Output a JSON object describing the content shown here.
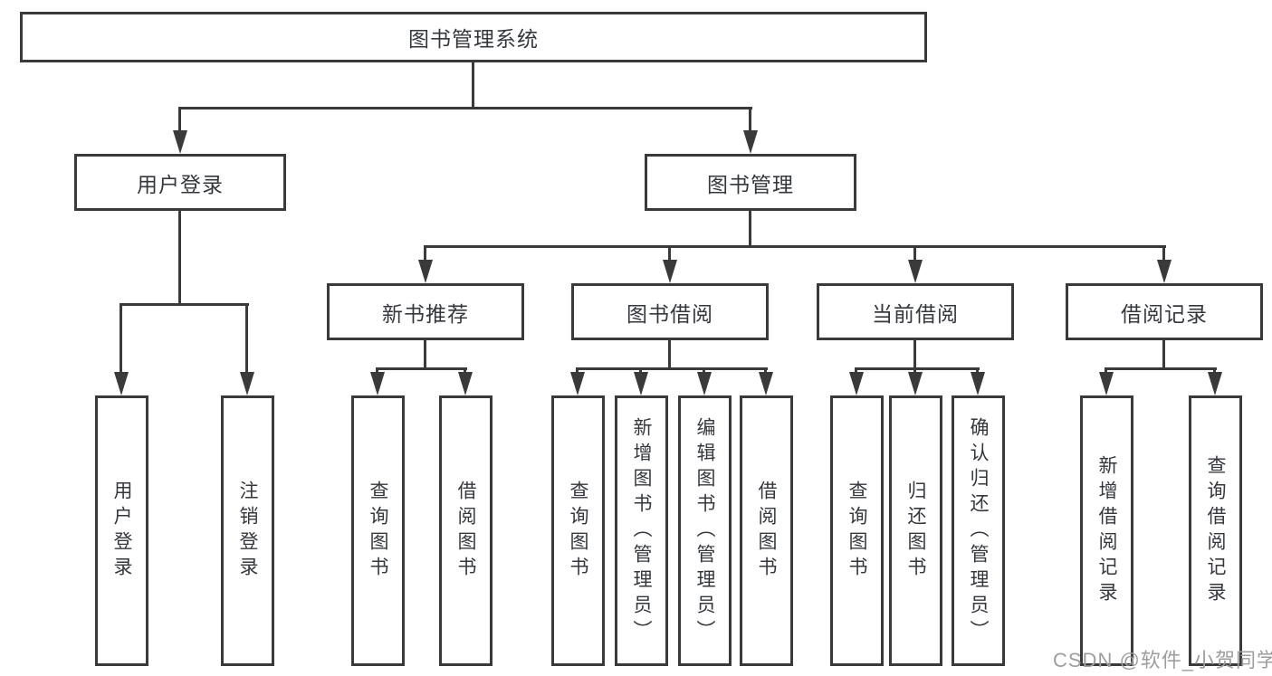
{
  "tree": {
    "root": {
      "label": "图书管理系统"
    },
    "branches": [
      {
        "label": "用户登录",
        "children": [
          {
            "label": "用户登录"
          },
          {
            "label": "注销登录"
          }
        ]
      },
      {
        "label": "图书管理",
        "children": [
          {
            "label": "新书推荐",
            "children": [
              {
                "label": "查询图书"
              },
              {
                "label": "借阅图书"
              }
            ]
          },
          {
            "label": "图书借阅",
            "children": [
              {
                "label": "查询图书"
              },
              {
                "label": "新增图书（管理员）"
              },
              {
                "label": "编辑图书（管理员）"
              },
              {
                "label": "借阅图书"
              }
            ]
          },
          {
            "label": "当前借阅",
            "children": [
              {
                "label": "查询图书"
              },
              {
                "label": "归还图书"
              },
              {
                "label": "确认归还（管理员）"
              }
            ]
          },
          {
            "label": "借阅记录",
            "children": [
              {
                "label": "新增借阅记录"
              },
              {
                "label": "查询借阅记录"
              }
            ]
          }
        ]
      }
    ]
  },
  "watermark": {
    "text": "CSDN @软件_小贺同学"
  },
  "colors": {
    "line": "#3a3a3a",
    "text": "#34383d",
    "background": "#ffffff",
    "watermark": "#9e9e9e"
  }
}
